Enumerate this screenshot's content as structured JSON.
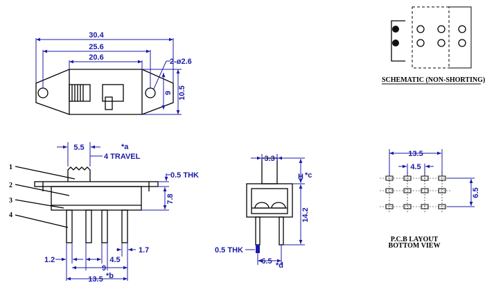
{
  "top_view": {
    "dim_overall": "30.4",
    "dim_mid": "25.6",
    "dim_inner": "20.6",
    "dim_holes": "2-ø2.6",
    "dim_height_small": "9",
    "dim_height_large": "10.5"
  },
  "side_view": {
    "dim_top": "5.5",
    "travel": "4  TRAVEL",
    "mark_a": "*a",
    "thk": "0.5  THK",
    "dim_height": "7.8",
    "dim_left": "1.2",
    "dim_pitch": "4.5",
    "dim_right": "1.7",
    "dim_span": "9",
    "dim_total": "13.5",
    "mark_b": "*b",
    "part_labels": [
      "1",
      "2",
      "3",
      "4"
    ]
  },
  "end_view": {
    "dim_top": "3.3",
    "dim_h": "H",
    "mark_c": "*c",
    "dim_height": "14.2",
    "thk": "0.5  THK",
    "dim_bottom": "6.5",
    "mark_d": "*d"
  },
  "schematic": {
    "caption": "SCHEMATIC (NON-SHORTING)"
  },
  "pcb": {
    "dim_width": "13.5",
    "dim_pitch": "4.5",
    "dim_row": "6.5",
    "caption_line1": "P.C.B LAYOUT",
    "caption_line2": "BOTTOM VIEW"
  }
}
